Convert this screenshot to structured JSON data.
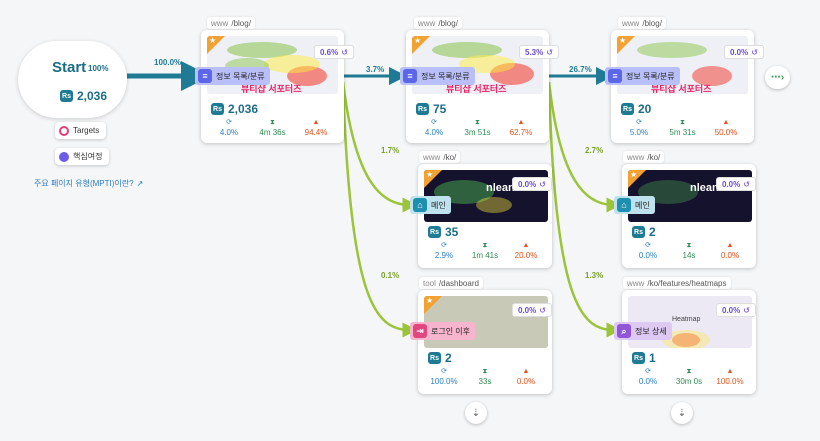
{
  "start": {
    "title": "Start",
    "percent": "100%",
    "sessions": "2,036"
  },
  "side": {
    "targets": "Targets",
    "journey": "핵심여정",
    "mpti_link": "주요 페이지 유형(MPTI)이란?"
  },
  "session_icon": "Rs",
  "flows": {
    "start_to_1": "100.0%",
    "n1_to_n2": "3.7%",
    "n1_to_n3": "1.7%",
    "n1_to_n4": "0.1%",
    "n2_to_n5": "26.7%",
    "n2_to_n6": "2.7%",
    "n2_to_n7": "1.3%"
  },
  "nodes": [
    {
      "domain": "www",
      "path": "/blog/",
      "rate": "0.6%",
      "tag": "정보 목록/분류",
      "sessions": "2,036",
      "stat1": "4.0%",
      "stat2": "4m 36s",
      "stat3": "94.4%"
    },
    {
      "domain": "www",
      "path": "/blog/",
      "rate": "5.3%",
      "tag": "정보 목록/분류",
      "sessions": "75",
      "stat1": "4.0%",
      "stat2": "3m 51s",
      "stat3": "62.7%"
    },
    {
      "domain": "www",
      "path": "/ko/",
      "rate": "0.0%",
      "tag": "메인",
      "sessions": "35",
      "stat1": "2.9%",
      "stat2": "1m 41s",
      "stat3": "20.0%"
    },
    {
      "domain": "tool",
      "path": "/dashboard",
      "rate": "0.0%",
      "tag": "로그인 이후",
      "sessions": "2",
      "stat1": "100.0%",
      "stat2": "33s",
      "stat3": "0.0%"
    },
    {
      "domain": "www",
      "path": "/blog/",
      "rate": "0.0%",
      "tag": "정보 목록/분류",
      "sessions": "20",
      "stat1": "5.0%",
      "stat2": "5m 31s",
      "stat3": "50.0%"
    },
    {
      "domain": "www",
      "path": "/ko/",
      "rate": "0.0%",
      "tag": "메인",
      "sessions": "2",
      "stat1": "0.0%",
      "stat2": "14s",
      "stat3": "0.0%"
    },
    {
      "domain": "www",
      "path": "/ko/features/heatmaps",
      "rate": "0.0%",
      "tag": "정보 상세",
      "sessions": "1",
      "stat1": "0.0%",
      "stat2": "30m 0s",
      "stat3": "100.0%"
    }
  ],
  "thumb_text": {
    "blog_headline": "뷰티샵 서포터즈",
    "brand": "nlean",
    "heatmap_title": "Heatmap"
  },
  "colors": {
    "primary_flow": "#1f7a93",
    "secondary_flow": "#9cc43a",
    "accent_star": "#f2a232"
  }
}
